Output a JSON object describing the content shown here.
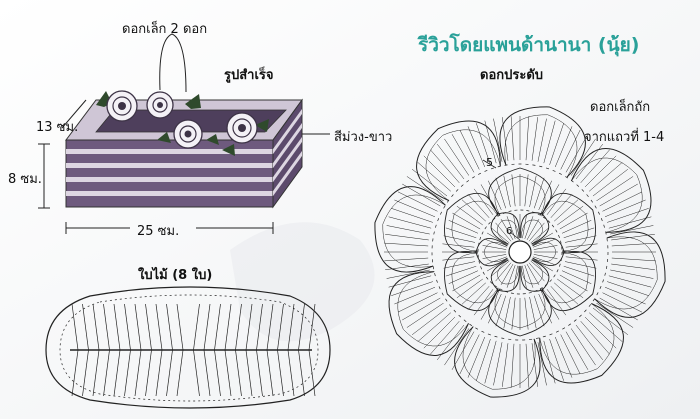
{
  "title": "รีวิวโดยแพนด้านานา (นุ้ย)",
  "box": {
    "flower_count_label": "ดอกเล็ก 2 ดอก",
    "finished_label": "รูปสำเร็จ",
    "color_label": "สีม่วง-ขาว",
    "depth_label": "13 ซม.",
    "height_label": "8 ซม.",
    "width_label": "25 ซม."
  },
  "leaf": {
    "label": "ใบไม้ (8 ใบ)"
  },
  "motif": {
    "title": "ดอกประดับ",
    "note_line1": "ดอกเล็กถัก",
    "note_line2": "จากแถวที่ 1-4",
    "row_marker_5": "5",
    "row_marker_6": "6"
  },
  "colors": {
    "title": "#2aa199",
    "box_purple": "#6e5a7e",
    "box_light": "#d8d2de",
    "leaf_green": "#2f4a2c"
  }
}
